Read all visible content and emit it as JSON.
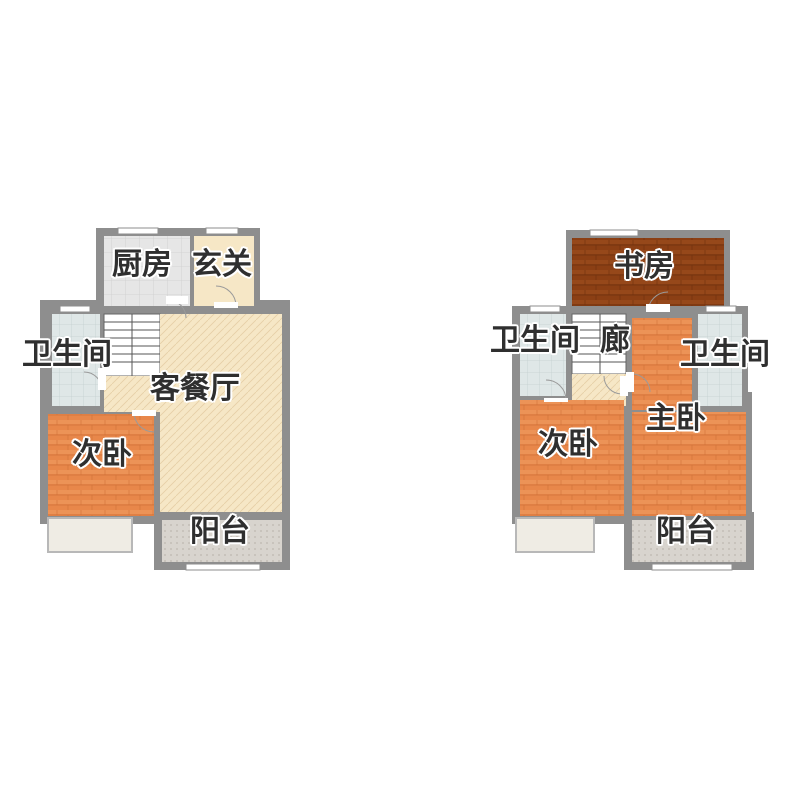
{
  "floor_plan": {
    "lower_floor": {
      "rooms": {
        "kitchen": "厨房",
        "entrance": "玄关",
        "bathroom": "卫生间",
        "living_dining": "客餐厅",
        "second_bedroom": "次卧",
        "balcony": "阳台"
      }
    },
    "upper_floor": {
      "rooms": {
        "study": "书房",
        "bathroom_left": "卫生间",
        "corridor": "廊",
        "bathroom_right": "卫生间",
        "master_bedroom": "主卧",
        "second_bedroom": "次卧",
        "balcony": "阳台"
      }
    }
  },
  "colors": {
    "wall": "#8e8e8e",
    "bedroom_wood": "#e8874a",
    "study_wood": "#8b3f14",
    "living_floor": "#f6e7c6",
    "bath_tile": "#d9e2e2",
    "balcony_tile": "#d8d4ce"
  }
}
